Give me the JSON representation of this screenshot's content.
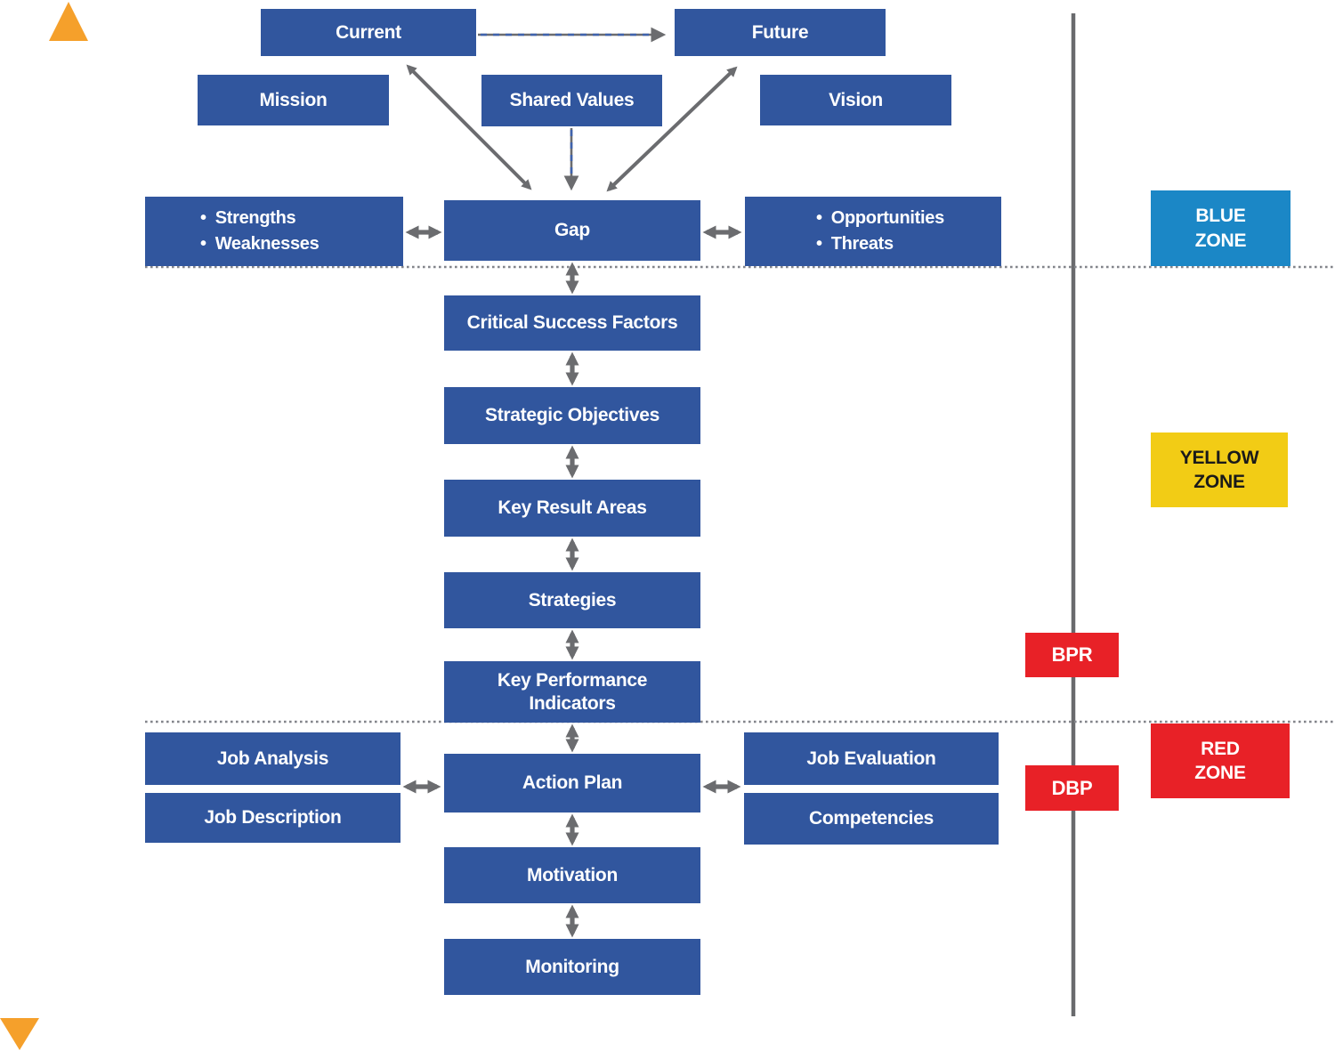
{
  "colors": {
    "box_blue": "#31569E",
    "zone_blue": "#1B87C6",
    "zone_yellow": "#F2CC15",
    "zone_red": "#E82127",
    "arrow_gray": "#6B6C6F",
    "dash_blue": "#3F62AC",
    "orange": "#F5A02B"
  },
  "glyphs": {
    "bullet": "•"
  },
  "boxes": {
    "current": "Current",
    "future": "Future",
    "mission": "Mission",
    "shared_values": "Shared Values",
    "vision": "Vision",
    "gap": "Gap",
    "critical_success_factors": "Critical Success Factors",
    "strategic_objectives": "Strategic Objectives",
    "key_result_areas": "Key Result Areas",
    "strategies": "Strategies",
    "kpi_line1": "Key Performance",
    "kpi_line2": "Indicators",
    "action_plan": "Action Plan",
    "motivation": "Motivation",
    "monitoring": "Monitoring",
    "job_analysis": "Job Analysis",
    "job_description": "Job Description",
    "job_evaluation": "Job Evaluation",
    "competencies": "Competencies"
  },
  "swot": {
    "left": [
      "Strengths",
      "Weaknesses"
    ],
    "right": [
      "Opportunities",
      "Threats"
    ]
  },
  "zones": {
    "blue": [
      "BLUE",
      "ZONE"
    ],
    "yellow": [
      "YELLOW",
      "ZONE"
    ],
    "red": [
      "RED",
      "ZONE"
    ]
  },
  "tags": {
    "bpr": "BPR",
    "dbp": "DBP"
  }
}
